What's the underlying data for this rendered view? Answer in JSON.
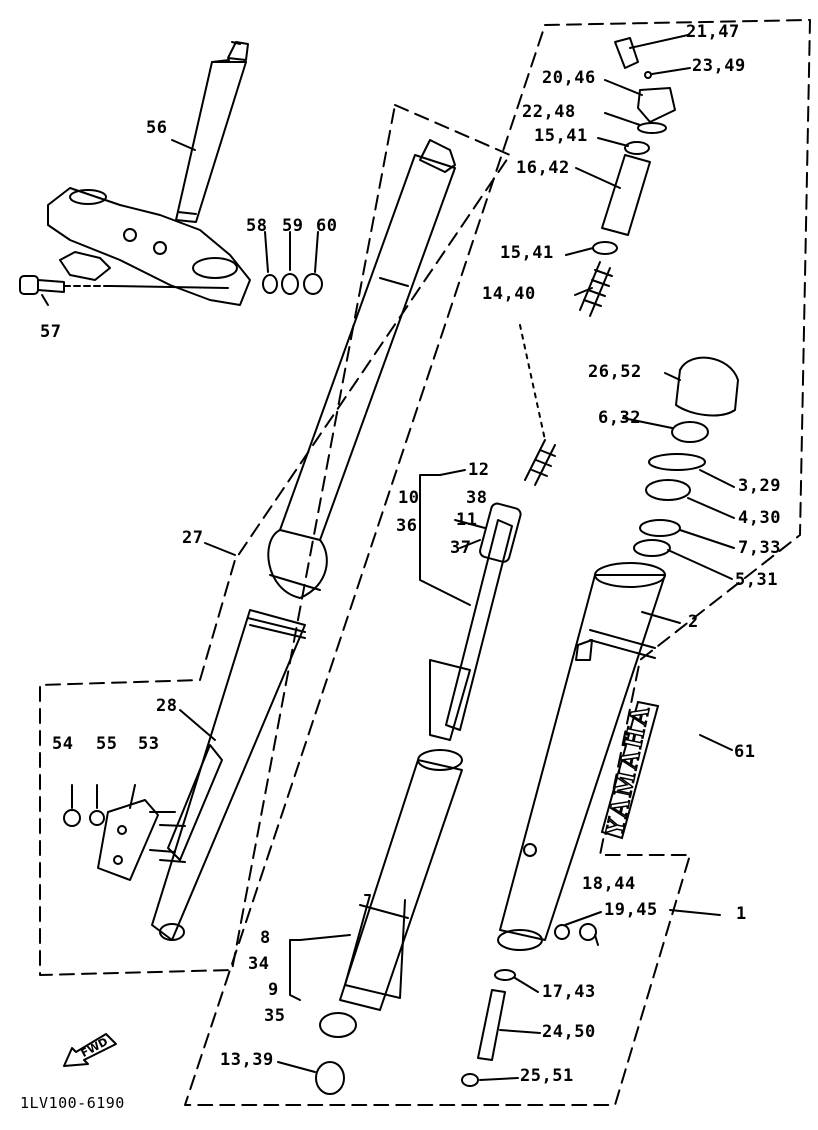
{
  "diagram": {
    "code": "1LV100-6190",
    "fwd_label": "FWD",
    "brand_text": "YAMAHA",
    "callouts": {
      "p1": "1",
      "p2": "2",
      "p3_29": "3,29",
      "p4_30": "4,30",
      "p5_31": "5,31",
      "p6_32": "6,32",
      "p7_33": "7,33",
      "p8": "8",
      "p34": "34",
      "p9": "9",
      "p35": "35",
      "p10": "10",
      "p36": "36",
      "p11": "11",
      "p37": "37",
      "p12": "12",
      "p38": "38",
      "p13_39": "13,39",
      "p14_40": "14,40",
      "p15_41_a": "15,41",
      "p15_41_b": "15,41",
      "p16_42": "16,42",
      "p17_43": "17,43",
      "p18_44": "18,44",
      "p19_45": "19,45",
      "p20_46": "20,46",
      "p21_47": "21,47",
      "p22_48": "22,48",
      "p23_49": "23,49",
      "p24_50": "24,50",
      "p25_51": "25,51",
      "p26_52": "26,52",
      "p27": "27",
      "p28": "28",
      "p53": "53",
      "p54": "54",
      "p55": "55",
      "p56": "56",
      "p57": "57",
      "p58": "58",
      "p59": "59",
      "p60": "60",
      "p61": "61"
    }
  }
}
